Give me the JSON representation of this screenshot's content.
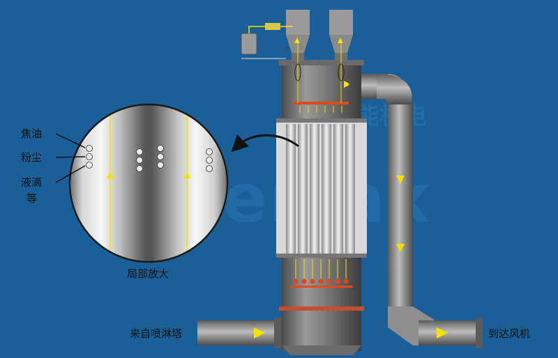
{
  "labels": {
    "tar": "焦油",
    "dust": "粉尘",
    "droplets": "液滴",
    "etc": "等",
    "zoom_caption": "局部放大",
    "inlet": "来自喷淋塔",
    "outlet": "到达风机"
  },
  "watermark": {
    "chinese": "能机电",
    "latin": "DWemax"
  },
  "colors": {
    "background": "#1a5f98",
    "flow_arrow": "#f5e000",
    "pipe": "#8c8c8c",
    "electrode": "#e04a1a"
  }
}
